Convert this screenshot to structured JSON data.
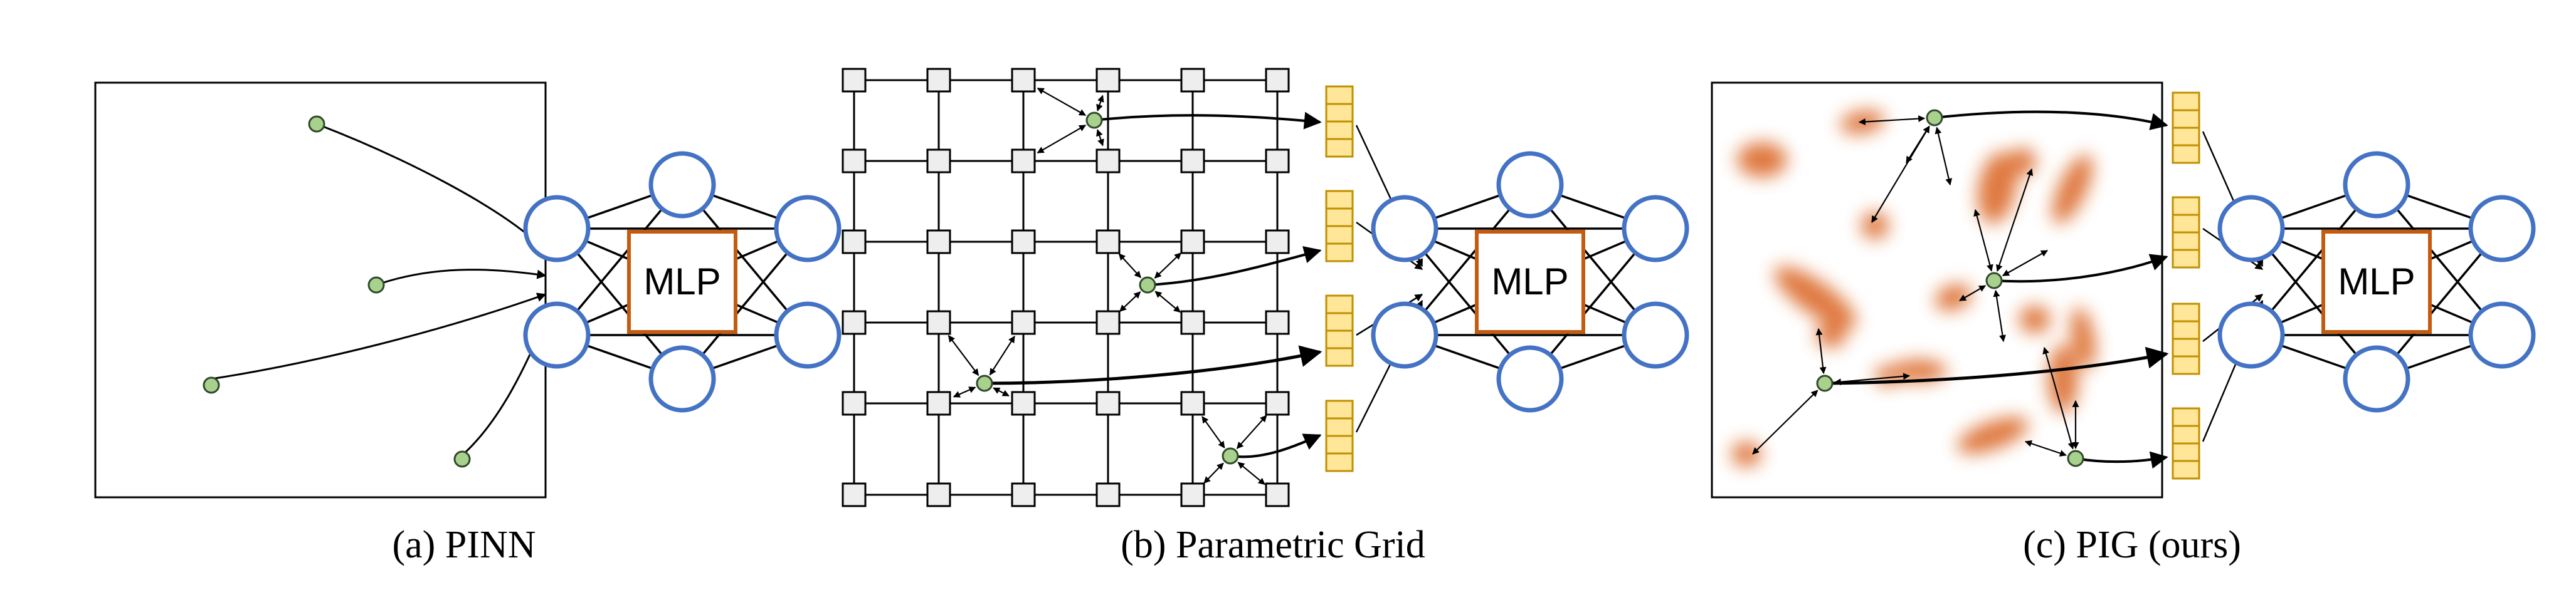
{
  "panels": [
    {
      "id": "a",
      "caption": "(a) PINN",
      "mlp_label": "MLP"
    },
    {
      "id": "b",
      "caption": "(b) Parametric Grid",
      "mlp_label": "MLP"
    },
    {
      "id": "c",
      "caption": "(c) PIG (ours)",
      "mlp_label": "MLP"
    }
  ],
  "colors": {
    "point_fill": "#a9d18e",
    "point_stroke": "#2f4a2a",
    "neuron_stroke": "#4472c4",
    "mlp_box_stroke": "#c55a11",
    "feature_fill": "#ffe699",
    "feature_stroke": "#bf9000",
    "gaussian": "#d9601a",
    "grid_node_fill": "#eeeeee",
    "line": "#000000"
  }
}
